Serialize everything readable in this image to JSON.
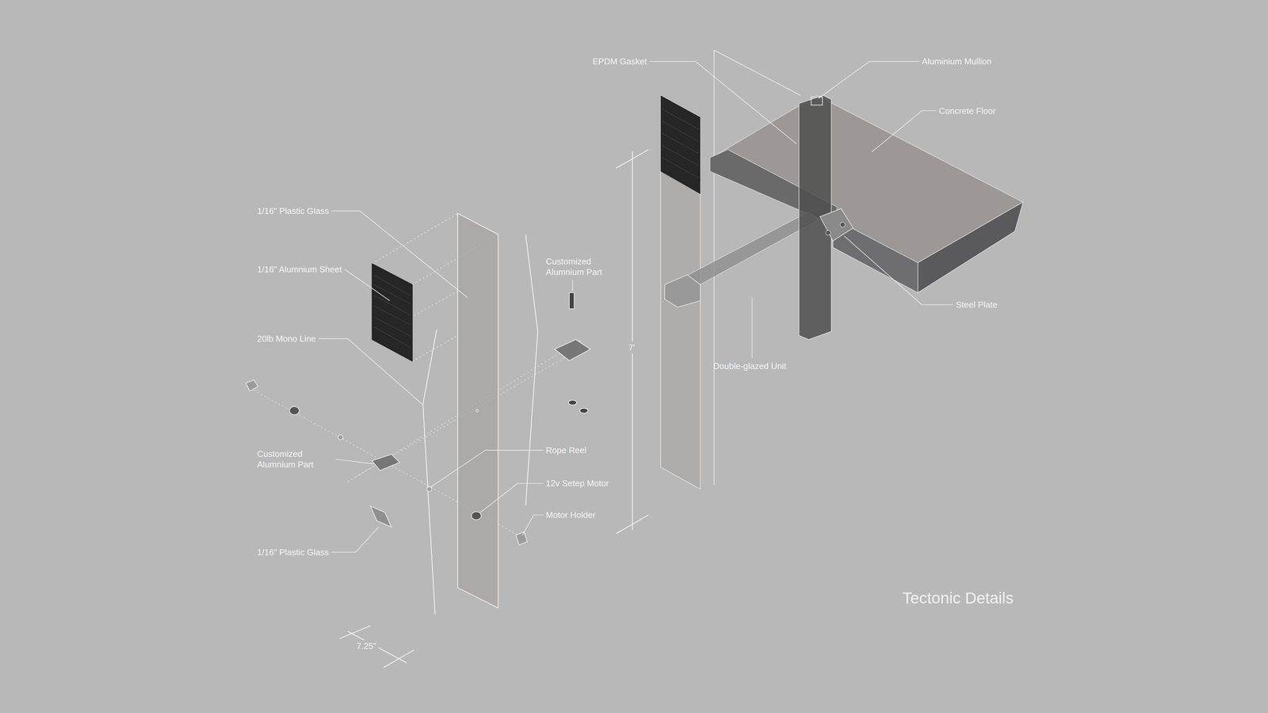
{
  "diagram": {
    "title": "Tectonic Details",
    "labels": [
      "1/16\" Plastic Glass",
      "1/16\" Alumnium Sheet",
      "20lb Mono Line",
      "Customized Alumnium Part",
      "1/16\" Plastic Glass",
      "Customized Alumnium Part",
      "Rope Reel",
      "12v Setep Motor",
      "Motor Holder",
      "7.25\"",
      "7'",
      "EPDM Gasket",
      "Aluminium Mullion",
      "Concrete Floor",
      "Steel Plate",
      "Double-glazed Unit"
    ]
  }
}
